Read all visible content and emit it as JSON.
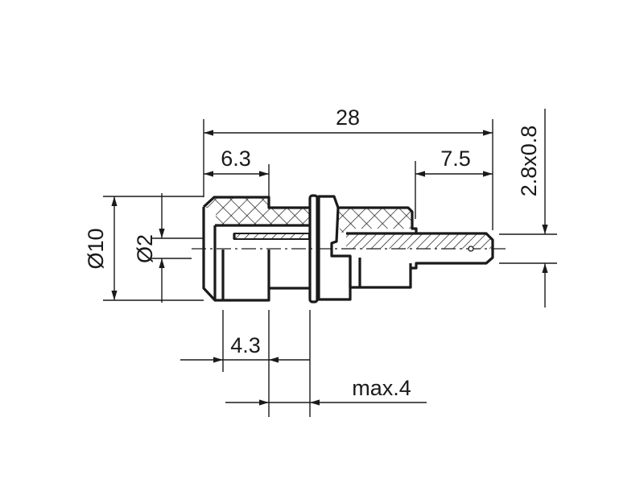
{
  "drawing": {
    "dimensions": {
      "overall_length": "28",
      "front_cap_length": "6.3",
      "pin_length": "7.5",
      "pin_section": "2.8x0.8",
      "outer_diameter": "Ø10",
      "bore_diameter": "Ø2",
      "shoulder_length": "4.3",
      "panel_thickness": "max.4"
    },
    "line_color": "#1a1a1a",
    "background": "#ffffff"
  }
}
